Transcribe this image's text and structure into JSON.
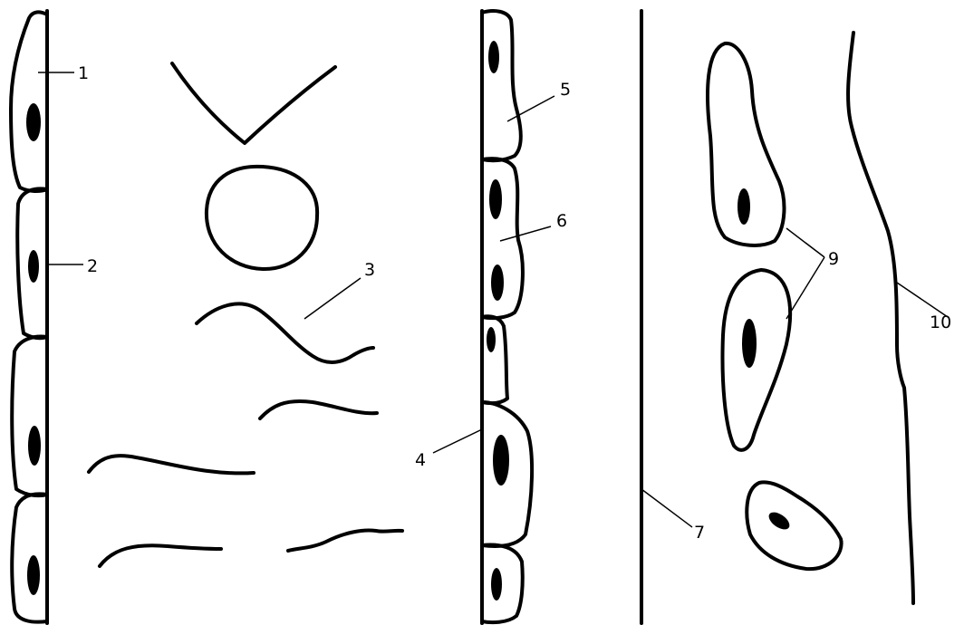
{
  "labels": {
    "l1": "1",
    "l2": "2",
    "l3": "3",
    "l4": "4",
    "l5": "5",
    "l6": "6",
    "l7": "7",
    "l9": "9",
    "l10": "10"
  },
  "colors": {
    "line": "#000000",
    "background": "#ffffff"
  }
}
